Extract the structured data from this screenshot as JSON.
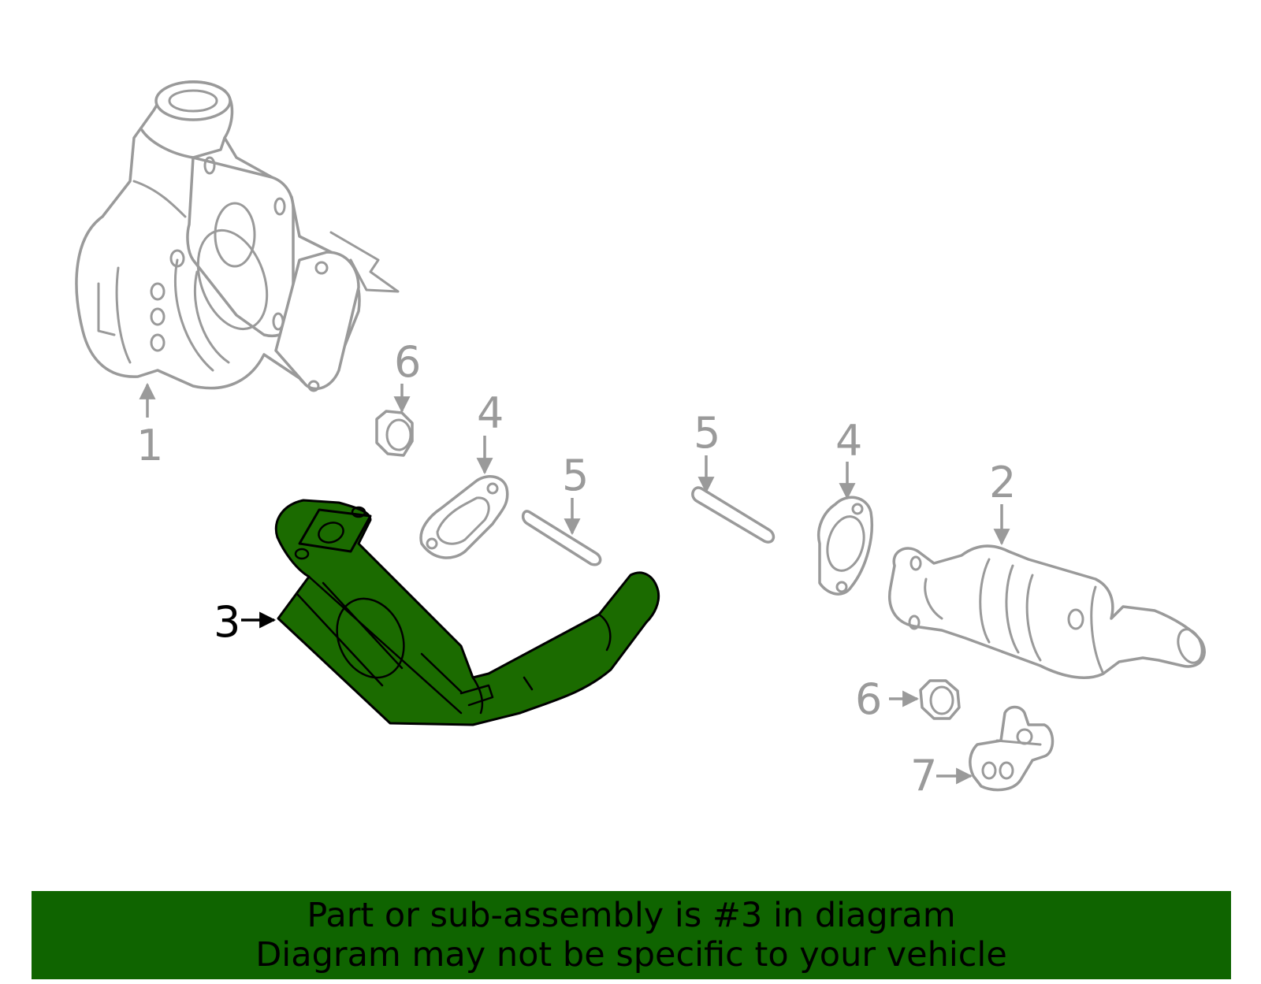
{
  "callouts": [
    {
      "id": "1",
      "label": "1",
      "highlighted": false
    },
    {
      "id": "2",
      "label": "2",
      "highlighted": false
    },
    {
      "id": "3",
      "label": "3",
      "highlighted": true
    },
    {
      "id": "4a",
      "label": "4",
      "highlighted": false
    },
    {
      "id": "4b",
      "label": "4",
      "highlighted": false
    },
    {
      "id": "5a",
      "label": "5",
      "highlighted": false
    },
    {
      "id": "5b",
      "label": "5",
      "highlighted": false
    },
    {
      "id": "6a",
      "label": "6",
      "highlighted": false
    },
    {
      "id": "6b",
      "label": "6",
      "highlighted": false
    },
    {
      "id": "7",
      "label": "7",
      "highlighted": false
    }
  ],
  "colors": {
    "highlight_fill": "#1b6b00",
    "outline_gray": "#9a9a9a",
    "banner_bg": "#0f6400"
  },
  "banner": {
    "line1": "Part or sub-assembly is #3 in diagram",
    "line2": "Diagram may not be specific to your vehicle"
  }
}
